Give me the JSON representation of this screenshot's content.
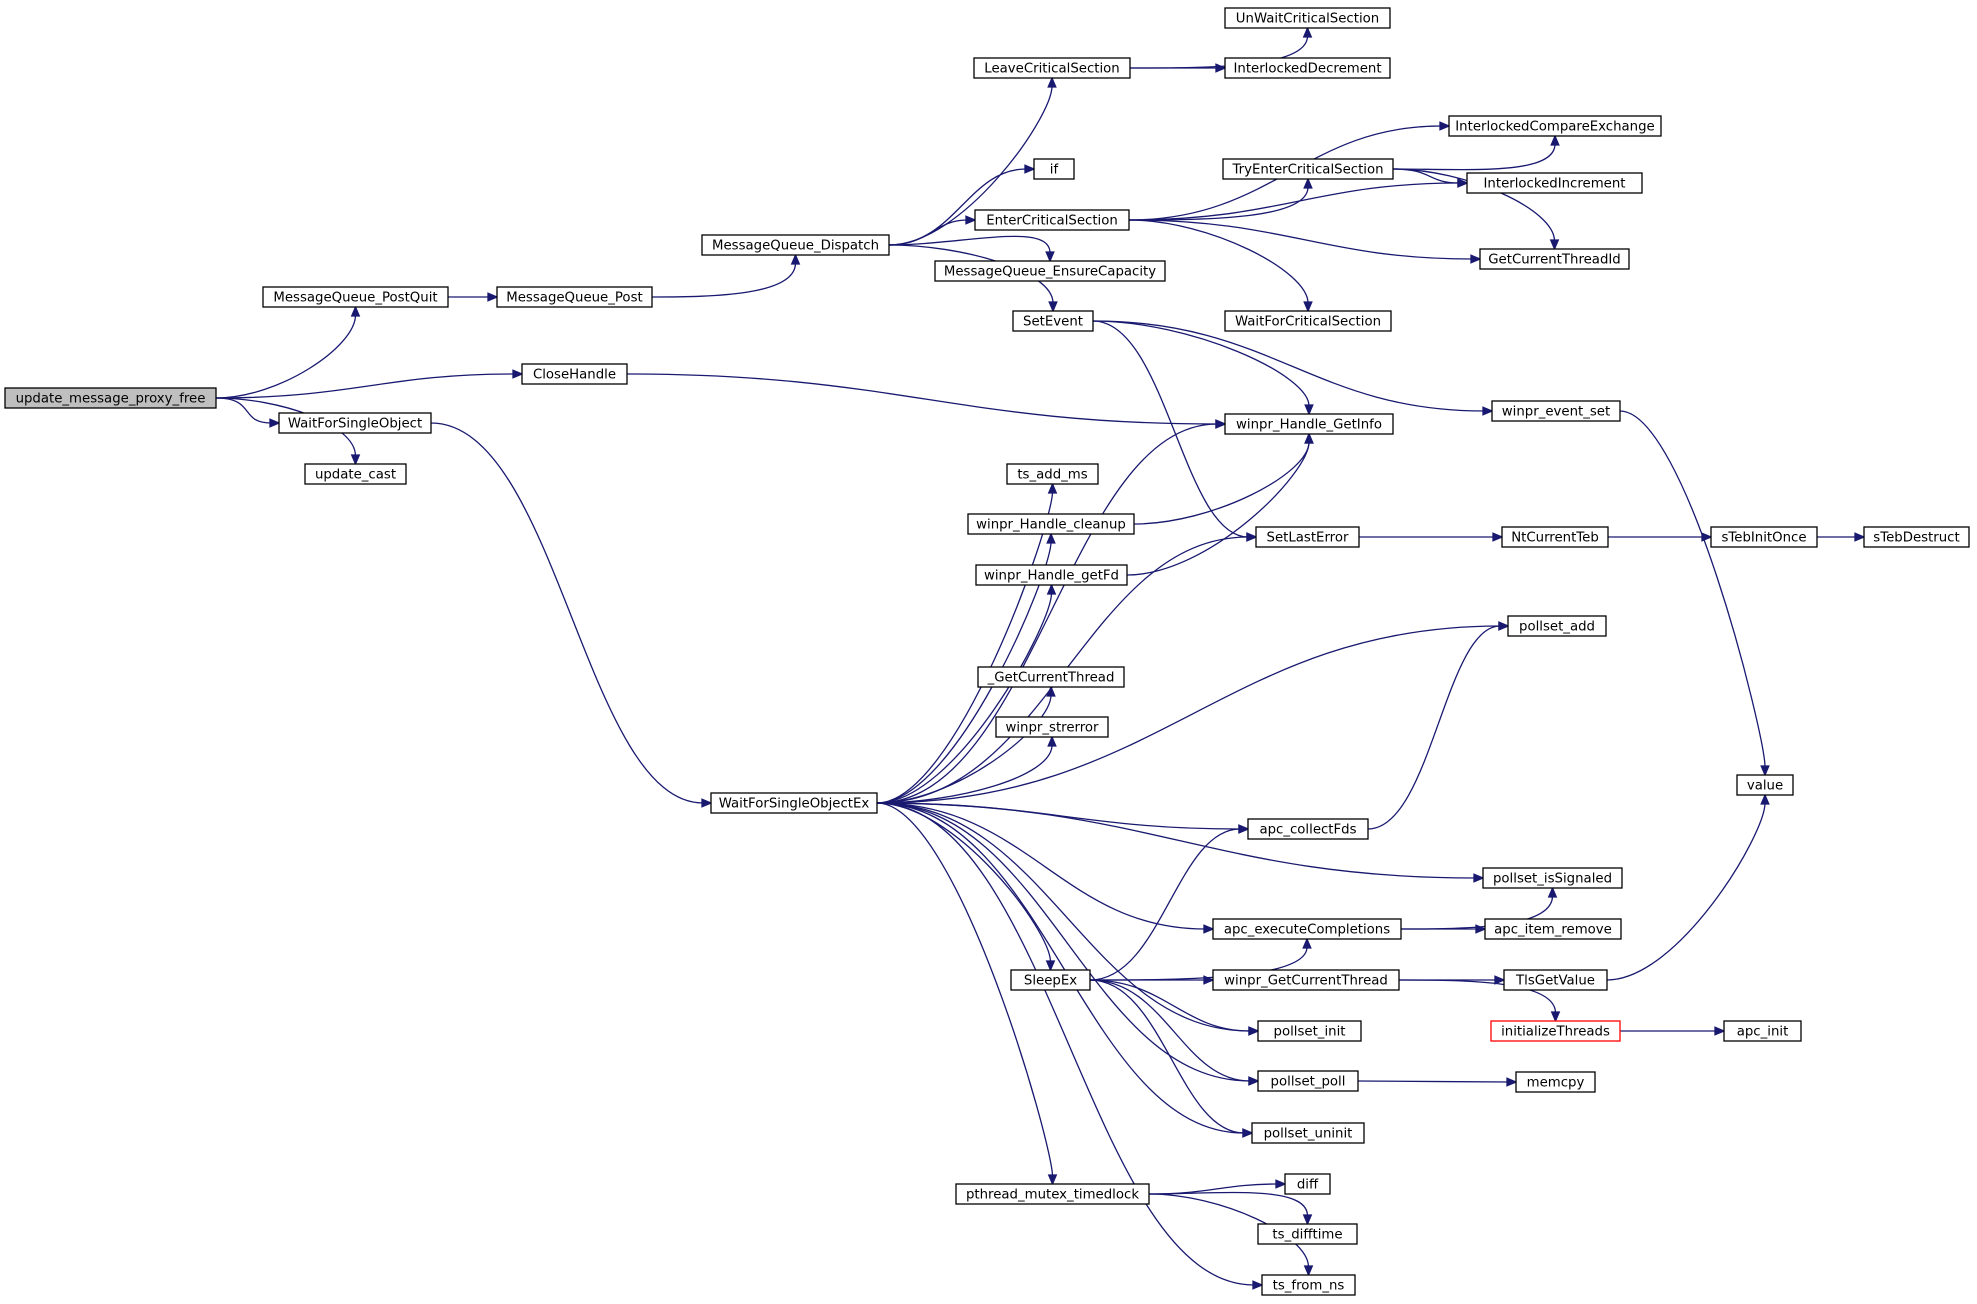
{
  "graph": {
    "edge_color": "#191970",
    "root_fill": "#bfbfbf",
    "truncated_border_color": "#ff0000",
    "nodes": [
      {
        "id": "update_message_proxy_free",
        "label": "update_message_proxy_free",
        "root": true
      },
      {
        "id": "MessageQueue_PostQuit",
        "label": "MessageQueue_PostQuit"
      },
      {
        "id": "MessageQueue_Post",
        "label": "MessageQueue_Post"
      },
      {
        "id": "MessageQueue_Dispatch",
        "label": "MessageQueue_Dispatch"
      },
      {
        "id": "LeaveCriticalSection",
        "label": "LeaveCriticalSection"
      },
      {
        "id": "UnWaitCriticalSection",
        "label": "UnWaitCriticalSection"
      },
      {
        "id": "InterlockedDecrement",
        "label": "InterlockedDecrement"
      },
      {
        "id": "if",
        "label": "if"
      },
      {
        "id": "EnterCriticalSection",
        "label": "EnterCriticalSection"
      },
      {
        "id": "InterlockedCompareExchange",
        "label": "InterlockedCompareExchange"
      },
      {
        "id": "TryEnterCriticalSection",
        "label": "TryEnterCriticalSection"
      },
      {
        "id": "InterlockedIncrement",
        "label": "InterlockedIncrement"
      },
      {
        "id": "GetCurrentThreadId",
        "label": "GetCurrentThreadId"
      },
      {
        "id": "WaitForCriticalSection",
        "label": "WaitForCriticalSection"
      },
      {
        "id": "MessageQueue_EnsureCapacity",
        "label": "MessageQueue_EnsureCapacity"
      },
      {
        "id": "SetEvent",
        "label": "SetEvent"
      },
      {
        "id": "winpr_event_set",
        "label": "winpr_event_set"
      },
      {
        "id": "CloseHandle",
        "label": "CloseHandle"
      },
      {
        "id": "winpr_Handle_GetInfo",
        "label": "winpr_Handle_GetInfo"
      },
      {
        "id": "WaitForSingleObject",
        "label": "WaitForSingleObject"
      },
      {
        "id": "update_cast",
        "label": "update_cast"
      },
      {
        "id": "ts_add_ms",
        "label": "ts_add_ms"
      },
      {
        "id": "winpr_Handle_cleanup",
        "label": "winpr_Handle_cleanup"
      },
      {
        "id": "SetLastError",
        "label": "SetLastError"
      },
      {
        "id": "NtCurrentTeb",
        "label": "NtCurrentTeb"
      },
      {
        "id": "sTebInitOnce",
        "label": "sTebInitOnce"
      },
      {
        "id": "sTebDestruct",
        "label": "sTebDestruct"
      },
      {
        "id": "winpr_Handle_getFd",
        "label": "winpr_Handle_getFd"
      },
      {
        "id": "pollset_add",
        "label": "pollset_add"
      },
      {
        "id": "_GetCurrentThread",
        "label": "_GetCurrentThread"
      },
      {
        "id": "winpr_strerror",
        "label": "winpr_strerror"
      },
      {
        "id": "value",
        "label": "value"
      },
      {
        "id": "WaitForSingleObjectEx",
        "label": "WaitForSingleObjectEx"
      },
      {
        "id": "apc_collectFds",
        "label": "apc_collectFds"
      },
      {
        "id": "pollset_isSignaled",
        "label": "pollset_isSignaled"
      },
      {
        "id": "apc_executeCompletions",
        "label": "apc_executeCompletions"
      },
      {
        "id": "apc_item_remove",
        "label": "apc_item_remove"
      },
      {
        "id": "SleepEx",
        "label": "SleepEx"
      },
      {
        "id": "winpr_GetCurrentThread",
        "label": "winpr_GetCurrentThread"
      },
      {
        "id": "TlsGetValue",
        "label": "TlsGetValue"
      },
      {
        "id": "pollset_init",
        "label": "pollset_init"
      },
      {
        "id": "initializeThreads",
        "label": "initializeThreads",
        "truncated": true
      },
      {
        "id": "apc_init",
        "label": "apc_init"
      },
      {
        "id": "pollset_poll",
        "label": "pollset_poll"
      },
      {
        "id": "memcpy",
        "label": "memcpy"
      },
      {
        "id": "pollset_uninit",
        "label": "pollset_uninit"
      },
      {
        "id": "diff",
        "label": "diff"
      },
      {
        "id": "pthread_mutex_timedlock",
        "label": "pthread_mutex_timedlock"
      },
      {
        "id": "ts_difftime",
        "label": "ts_difftime"
      },
      {
        "id": "ts_from_ns",
        "label": "ts_from_ns"
      }
    ],
    "edges": [
      [
        "update_message_proxy_free",
        "MessageQueue_PostQuit"
      ],
      [
        "update_message_proxy_free",
        "CloseHandle"
      ],
      [
        "update_message_proxy_free",
        "WaitForSingleObject"
      ],
      [
        "update_message_proxy_free",
        "update_cast"
      ],
      [
        "MessageQueue_PostQuit",
        "MessageQueue_Post"
      ],
      [
        "MessageQueue_Post",
        "MessageQueue_Dispatch"
      ],
      [
        "MessageQueue_Dispatch",
        "LeaveCriticalSection"
      ],
      [
        "MessageQueue_Dispatch",
        "if"
      ],
      [
        "MessageQueue_Dispatch",
        "EnterCriticalSection"
      ],
      [
        "MessageQueue_Dispatch",
        "MessageQueue_EnsureCapacity"
      ],
      [
        "MessageQueue_Dispatch",
        "SetEvent"
      ],
      [
        "LeaveCriticalSection",
        "UnWaitCriticalSection"
      ],
      [
        "LeaveCriticalSection",
        "InterlockedDecrement"
      ],
      [
        "EnterCriticalSection",
        "InterlockedCompareExchange"
      ],
      [
        "EnterCriticalSection",
        "TryEnterCriticalSection"
      ],
      [
        "EnterCriticalSection",
        "InterlockedIncrement"
      ],
      [
        "EnterCriticalSection",
        "GetCurrentThreadId"
      ],
      [
        "EnterCriticalSection",
        "WaitForCriticalSection"
      ],
      [
        "TryEnterCriticalSection",
        "InterlockedCompareExchange"
      ],
      [
        "TryEnterCriticalSection",
        "InterlockedIncrement"
      ],
      [
        "TryEnterCriticalSection",
        "GetCurrentThreadId"
      ],
      [
        "SetEvent",
        "winpr_Handle_GetInfo"
      ],
      [
        "SetEvent",
        "winpr_event_set"
      ],
      [
        "SetEvent",
        "SetLastError"
      ],
      [
        "CloseHandle",
        "winpr_Handle_GetInfo"
      ],
      [
        "WaitForSingleObject",
        "WaitForSingleObjectEx"
      ],
      [
        "winpr_event_set",
        "value"
      ],
      [
        "winpr_Handle_cleanup",
        "winpr_Handle_GetInfo"
      ],
      [
        "winpr_Handle_getFd",
        "winpr_Handle_GetInfo"
      ],
      [
        "SetLastError",
        "NtCurrentTeb"
      ],
      [
        "NtCurrentTeb",
        "sTebInitOnce"
      ],
      [
        "sTebInitOnce",
        "sTebDestruct"
      ],
      [
        "WaitForSingleObjectEx",
        "winpr_Handle_GetInfo"
      ],
      [
        "WaitForSingleObjectEx",
        "ts_add_ms"
      ],
      [
        "WaitForSingleObjectEx",
        "winpr_Handle_cleanup"
      ],
      [
        "WaitForSingleObjectEx",
        "winpr_Handle_getFd"
      ],
      [
        "WaitForSingleObjectEx",
        "pollset_add"
      ],
      [
        "WaitForSingleObjectEx",
        "_GetCurrentThread"
      ],
      [
        "WaitForSingleObjectEx",
        "winpr_strerror"
      ],
      [
        "WaitForSingleObjectEx",
        "SetLastError"
      ],
      [
        "WaitForSingleObjectEx",
        "apc_collectFds"
      ],
      [
        "WaitForSingleObjectEx",
        "pollset_isSignaled"
      ],
      [
        "WaitForSingleObjectEx",
        "apc_executeCompletions"
      ],
      [
        "WaitForSingleObjectEx",
        "SleepEx"
      ],
      [
        "WaitForSingleObjectEx",
        "pollset_init"
      ],
      [
        "WaitForSingleObjectEx",
        "pollset_poll"
      ],
      [
        "WaitForSingleObjectEx",
        "pollset_uninit"
      ],
      [
        "WaitForSingleObjectEx",
        "pthread_mutex_timedlock"
      ],
      [
        "WaitForSingleObjectEx",
        "ts_from_ns"
      ],
      [
        "apc_collectFds",
        "pollset_add"
      ],
      [
        "apc_executeCompletions",
        "pollset_isSignaled"
      ],
      [
        "apc_executeCompletions",
        "apc_item_remove"
      ],
      [
        "SleepEx",
        "apc_collectFds"
      ],
      [
        "SleepEx",
        "apc_executeCompletions"
      ],
      [
        "SleepEx",
        "winpr_GetCurrentThread"
      ],
      [
        "SleepEx",
        "pollset_init"
      ],
      [
        "SleepEx",
        "pollset_poll"
      ],
      [
        "SleepEx",
        "pollset_uninit"
      ],
      [
        "winpr_GetCurrentThread",
        "TlsGetValue"
      ],
      [
        "winpr_GetCurrentThread",
        "initializeThreads"
      ],
      [
        "TlsGetValue",
        "value"
      ],
      [
        "initializeThreads",
        "apc_init"
      ],
      [
        "pollset_poll",
        "memcpy"
      ],
      [
        "pthread_mutex_timedlock",
        "diff"
      ],
      [
        "pthread_mutex_timedlock",
        "ts_difftime"
      ],
      [
        "pthread_mutex_timedlock",
        "ts_from_ns"
      ]
    ]
  }
}
